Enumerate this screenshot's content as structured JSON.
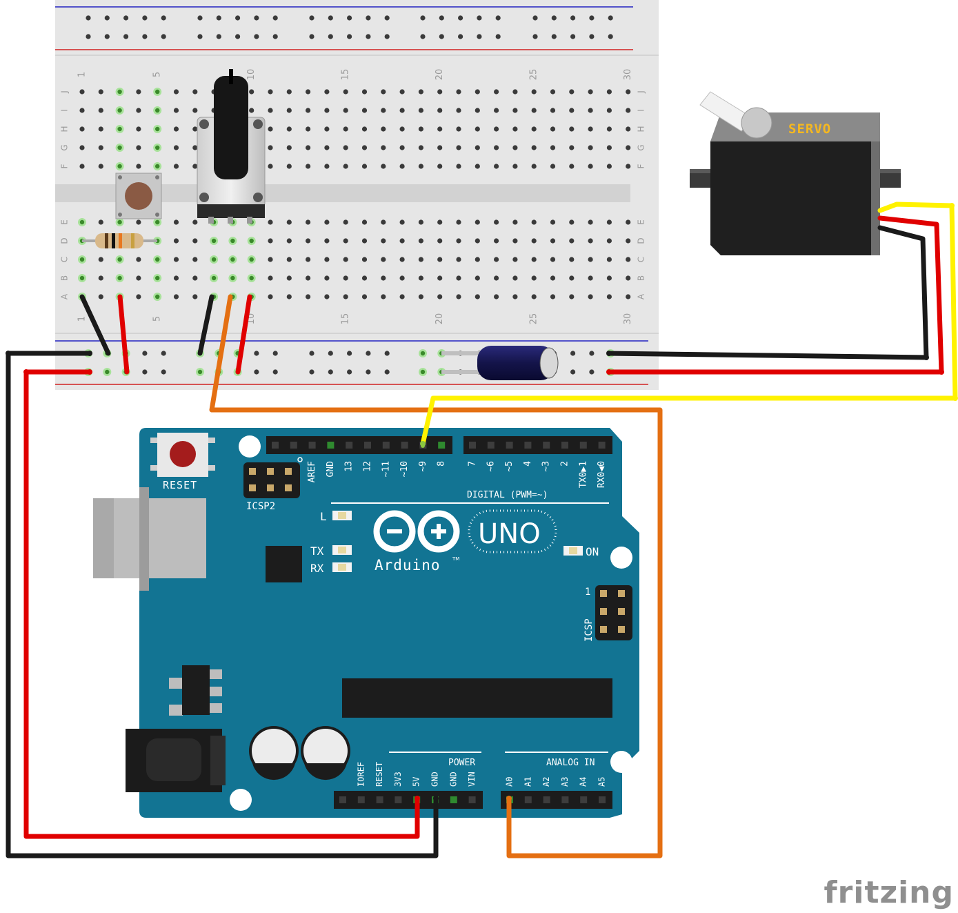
{
  "breadboard": {
    "column_numbers": [
      "1",
      "5",
      "10",
      "15",
      "20",
      "25",
      "30"
    ],
    "rows_top": [
      "J",
      "I",
      "H",
      "G",
      "F"
    ],
    "rows_bottom": [
      "E",
      "D",
      "C",
      "B",
      "A"
    ]
  },
  "servo": {
    "label": "SERVO"
  },
  "arduino": {
    "reset_label": "RESET",
    "icsp2_label": "ICSP2",
    "icsp_label": "ICSP",
    "icsp_pin1": "1",
    "digital_label": "DIGITAL (PWM=~)",
    "digital_pins": [
      "AREF",
      "GND",
      "13",
      "12",
      "~11",
      "~10",
      "~9",
      "8",
      "7",
      "~6",
      "~5",
      "4",
      "~3",
      "2",
      "TX0▶1",
      "RX0◀0"
    ],
    "led_l": "L",
    "led_tx": "TX",
    "led_rx": "RX",
    "led_on": "ON",
    "brand_uno": "UNO",
    "brand_arduino": "Arduino",
    "brand_tm": "TM",
    "power_label": "POWER",
    "power_pins": [
      "IOREF",
      "RESET",
      "3V3",
      "5V",
      "GND",
      "GND",
      "VIN"
    ],
    "analog_label": "ANALOG IN",
    "analog_pins": [
      "A0",
      "A1",
      "A2",
      "A3",
      "A4",
      "A5"
    ]
  },
  "colors": {
    "board": "#127493",
    "wire_black": "#1a1a1a",
    "wire_red": "#e00000",
    "wire_orange": "#e46f12",
    "wire_yellow": "#fff200",
    "wire_green": "#8cc63f",
    "breadboard": "#e6e6e6",
    "rail_red": "#d02020",
    "rail_blue": "#2020c0"
  },
  "watermark": "fritzing"
}
